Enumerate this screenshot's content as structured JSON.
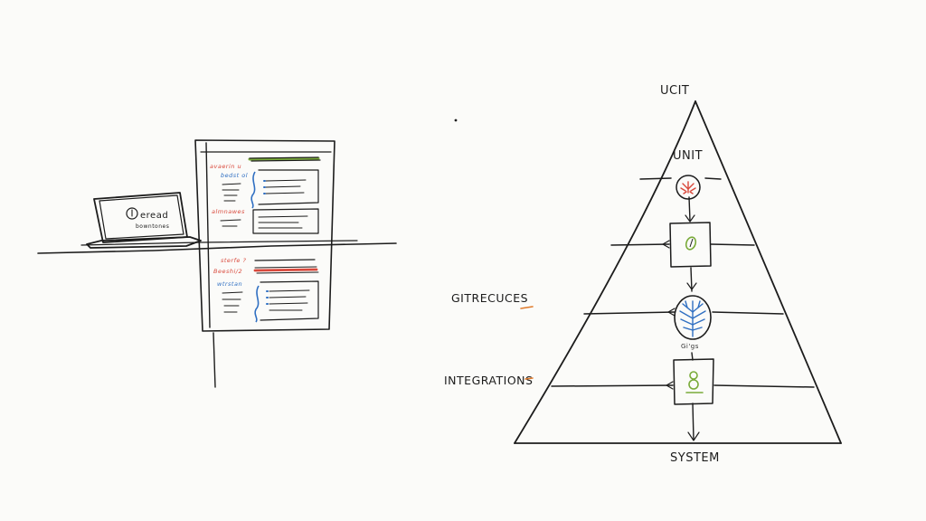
{
  "colors": {
    "ink": "#1c1c1c",
    "paper": "#fbfbf9",
    "red": "#d9483b",
    "blue": "#2f6fc2",
    "green": "#7aab3a",
    "orange": "#e07a2a"
  },
  "pyramid": {
    "apex_label": "UCIT",
    "tier_label": "UNIT",
    "middle_label": "GITRECUCES",
    "integration_label": "INTEGRATIONS",
    "base_label": "SYSTEM",
    "node_caption": "Gi'gs",
    "icons": [
      "red-bug-icon",
      "green-leaf-icon",
      "blue-tree-icon",
      "green-symbol-icon"
    ]
  },
  "laptop": {
    "screen_title": "eread",
    "screen_subtitle": "bowntones"
  },
  "document": {
    "top_red_label": "avaerin u",
    "top_blue_label": "bedst ol",
    "mid_red_label": "almnawes",
    "lower_red_label_1": "sterfe ?",
    "lower_red_label_2": "Beeshi/2",
    "lower_blue_label": "wtrstan"
  }
}
